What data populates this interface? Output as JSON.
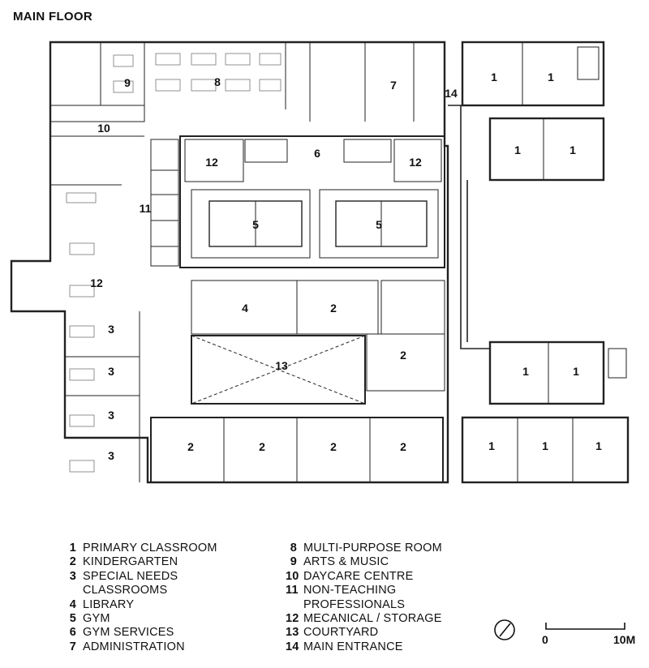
{
  "title": "MAIN FLOOR",
  "room_labels": [
    {
      "id": "r9",
      "text": "9"
    },
    {
      "id": "r8",
      "text": "8"
    },
    {
      "id": "r7",
      "text": "7"
    },
    {
      "id": "r14",
      "text": "14"
    },
    {
      "id": "r10",
      "text": "10"
    },
    {
      "id": "r6",
      "text": "6"
    },
    {
      "id": "r12a",
      "text": "12"
    },
    {
      "id": "r12b",
      "text": "12"
    },
    {
      "id": "r11",
      "text": "11"
    },
    {
      "id": "r5a",
      "text": "5"
    },
    {
      "id": "r5b",
      "text": "5"
    },
    {
      "id": "r12c",
      "text": "12"
    },
    {
      "id": "r4",
      "text": "4"
    },
    {
      "id": "r2a",
      "text": "2"
    },
    {
      "id": "r2b",
      "text": "2"
    },
    {
      "id": "r13",
      "text": "13"
    },
    {
      "id": "r3a",
      "text": "3"
    },
    {
      "id": "r3b",
      "text": "3"
    },
    {
      "id": "r3c",
      "text": "3"
    },
    {
      "id": "r3d",
      "text": "3"
    },
    {
      "id": "r2c",
      "text": "2"
    },
    {
      "id": "r2d",
      "text": "2"
    },
    {
      "id": "r2e",
      "text": "2"
    },
    {
      "id": "r2f",
      "text": "2"
    },
    {
      "id": "r1a",
      "text": "1"
    },
    {
      "id": "r1b",
      "text": "1"
    },
    {
      "id": "r1c",
      "text": "1"
    },
    {
      "id": "r1d",
      "text": "1"
    },
    {
      "id": "r1e",
      "text": "1"
    },
    {
      "id": "r1f",
      "text": "1"
    },
    {
      "id": "r1g",
      "text": "1"
    },
    {
      "id": "r1h",
      "text": "1"
    },
    {
      "id": "r1i",
      "text": "1"
    }
  ],
  "legend": {
    "left": [
      {
        "num": "1",
        "text": "PRIMARY CLASSROOM"
      },
      {
        "num": "2",
        "text": "KINDERGARTEN"
      },
      {
        "num": "3",
        "text": "SPECIAL NEEDS\nCLASSROOMS"
      },
      {
        "num": "4",
        "text": "LIBRARY"
      },
      {
        "num": "5",
        "text": "GYM"
      },
      {
        "num": "6",
        "text": "GYM SERVICES"
      },
      {
        "num": "7",
        "text": "ADMINISTRATION"
      }
    ],
    "right": [
      {
        "num": "8",
        "text": "MULTI-PURPOSE ROOM"
      },
      {
        "num": "9",
        "text": "ARTS & MUSIC"
      },
      {
        "num": "10",
        "text": "DAYCARE CENTRE"
      },
      {
        "num": "11",
        "text": "NON-TEACHING\nPROFESSIONALS"
      },
      {
        "num": "12",
        "text": "MECANICAL / STORAGE"
      },
      {
        "num": "13",
        "text": "COURTYARD"
      },
      {
        "num": "14",
        "text": "MAIN ENTRANCE"
      }
    ]
  },
  "scale": {
    "start": "0",
    "end": "10M"
  },
  "icons": {
    "north": "north-arrow-icon"
  }
}
